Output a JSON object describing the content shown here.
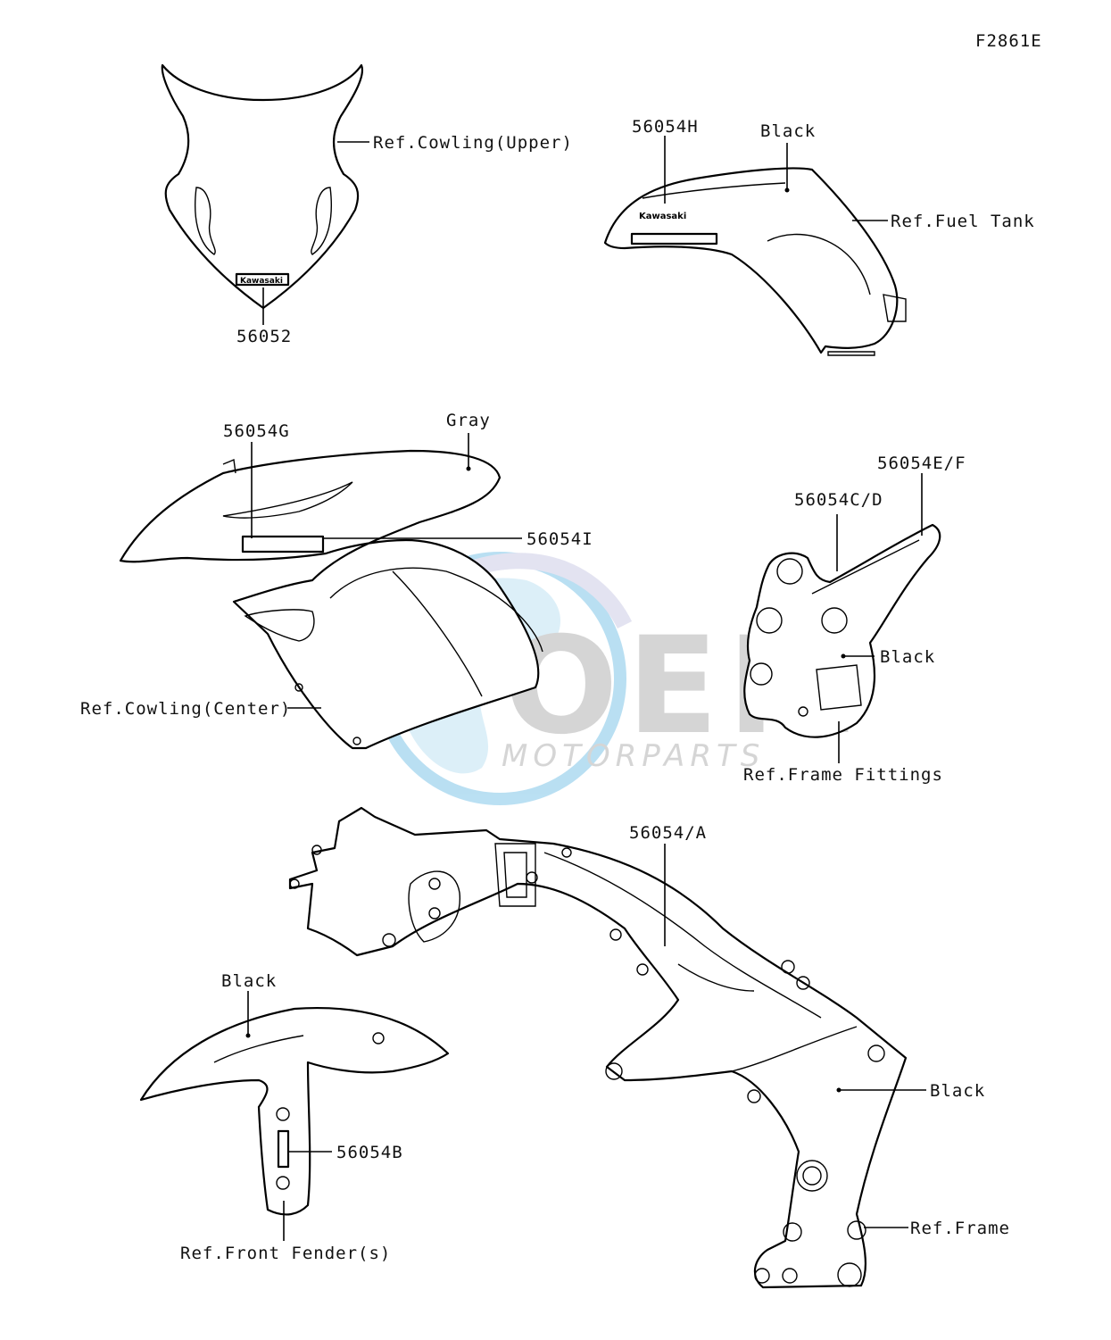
{
  "diagram": {
    "code": "F2861E",
    "labels": {
      "ref_cowling_upper": "Ref.Cowling(Upper)",
      "part_56052": "56052",
      "part_56054H": "56054H",
      "black_tank": "Black",
      "ref_fuel_tank": "Ref.Fuel Tank",
      "part_56054G": "56054G",
      "gray": "Gray",
      "part_56054I": "56054I",
      "ref_cowling_center": "Ref.Cowling(Center)",
      "part_56054EF": "56054E/F",
      "part_56054CD": "56054C/D",
      "black_fitting": "Black",
      "ref_frame_fittings": "Ref.Frame Fittings",
      "part_56054A": "56054/A",
      "black_fender": "Black",
      "part_56054B": "56054B",
      "ref_front_fender": "Ref.Front Fender(s)",
      "black_frame": "Black",
      "ref_frame": "Ref.Frame"
    },
    "watermark": {
      "logo": "OEM",
      "subtitle": "MOTORPARTS",
      "globe_color": "#3aa6dc",
      "letters_color": "#9a9a9a"
    }
  }
}
